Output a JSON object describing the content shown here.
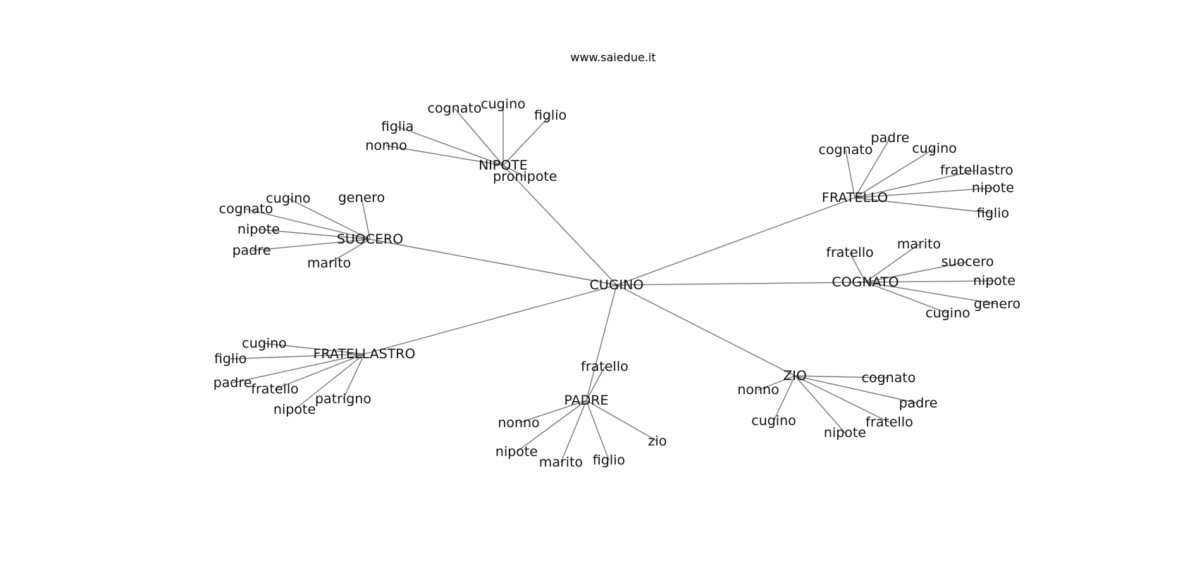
{
  "header": {
    "site": "www.saiedue.it"
  },
  "graph": {
    "center": "CUGINO",
    "groups": [
      {
        "hub": "NIPOTE",
        "leaves": [
          "figlia",
          "nonno",
          "cognato",
          "cugino",
          "figlio",
          "pronipote"
        ]
      },
      {
        "hub": "SUOCERO",
        "leaves": [
          "cugino",
          "genero",
          "cognato",
          "nipote",
          "padre",
          "marito"
        ]
      },
      {
        "hub": "FRATELLO",
        "leaves": [
          "cognato",
          "padre",
          "cugino",
          "fratellastro",
          "nipote",
          "figlio"
        ]
      },
      {
        "hub": "COGNATO",
        "leaves": [
          "fratello",
          "marito",
          "suocero",
          "nipote",
          "genero",
          "cugino"
        ]
      },
      {
        "hub": "FRATELLASTRO",
        "leaves": [
          "cugino",
          "figlio",
          "padre",
          "fratello",
          "nipote",
          "patrigno"
        ]
      },
      {
        "hub": "PADRE",
        "leaves": [
          "fratello",
          "nonno",
          "nipote",
          "marito",
          "figlio",
          "zio"
        ]
      },
      {
        "hub": "ZIO",
        "leaves": [
          "nonno",
          "cugino",
          "cognato",
          "padre",
          "fratello",
          "nipote"
        ]
      }
    ]
  }
}
